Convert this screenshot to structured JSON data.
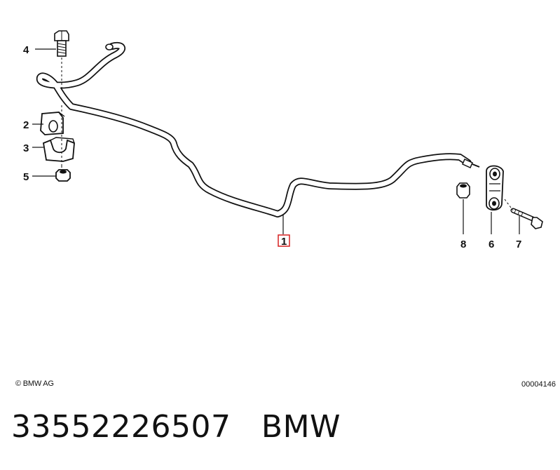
{
  "callouts": {
    "c1": "1",
    "c2": "2",
    "c3": "3",
    "c4": "4",
    "c5": "5",
    "c6": "6",
    "c7": "7",
    "c8": "8"
  },
  "highlight_color": "#d62020",
  "footer": {
    "copyright": "© BMW AG",
    "document_number": "00004146"
  },
  "caption": {
    "part_number": "33552226507",
    "brand": "BMW"
  }
}
